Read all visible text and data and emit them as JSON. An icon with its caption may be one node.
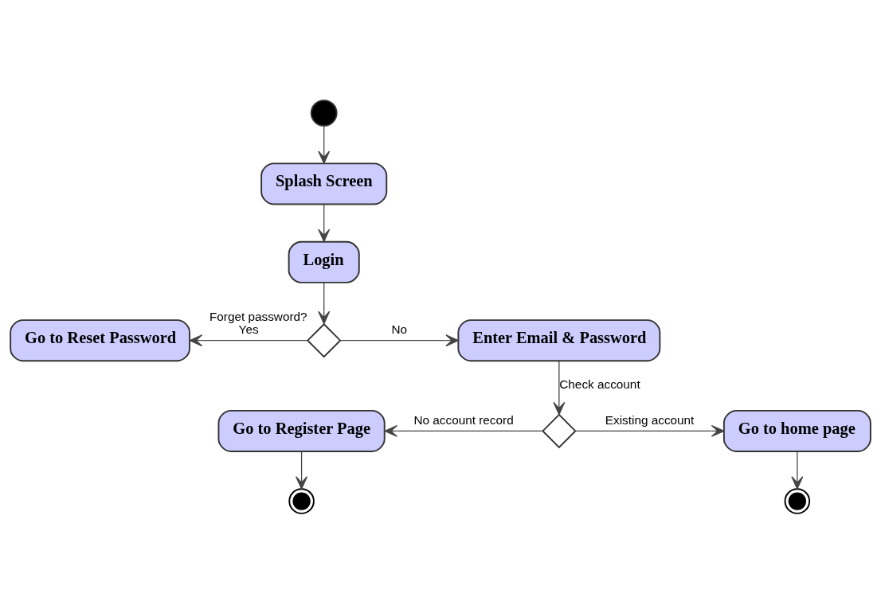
{
  "diagram": {
    "nodes": [
      {
        "text": [],
        "shape": "circle"
      },
      {
        "text": [
          "Splash Screen"
        ]
      },
      {
        "text": [
          "Login"
        ]
      },
      {
        "text": [],
        "shape": "diamond",
        "beside": [
          "Forget password?"
        ]
      },
      {
        "text": [
          "Go to Reset Password"
        ]
      },
      {
        "text": [
          "Enter Email & Password"
        ]
      },
      {
        "text": [],
        "shape": "diamond"
      },
      {
        "text": [
          "Go to Register Page"
        ]
      },
      {
        "text": [
          "Go to home page"
        ]
      },
      {
        "text": [],
        "shape": "bullseye"
      },
      {
        "text": [],
        "shape": "bullseye"
      }
    ],
    "edges": [
      {
        "from": 0,
        "to": 1,
        "arrow": "to"
      },
      {
        "from": 1,
        "to": 2,
        "arrow": "to"
      },
      {
        "from": 2,
        "to": 3,
        "arrow": "to"
      },
      {
        "from": 3,
        "to": 4,
        "arrow": "to",
        "label": "Yes"
      },
      {
        "from": 3,
        "to": 5,
        "arrow": "to",
        "label": "No"
      },
      {
        "from": 5,
        "to": 6,
        "arrow": "to",
        "label": "Check account"
      },
      {
        "from": 6,
        "to": 7,
        "arrow": "to",
        "label": "No account record"
      },
      {
        "from": 6,
        "to": 8,
        "arrow": "to",
        "label": "Existing account"
      },
      {
        "from": 7,
        "to": 9,
        "arrow": "to"
      },
      {
        "from": 8,
        "to": 10,
        "arrow": "to"
      }
    ]
  }
}
